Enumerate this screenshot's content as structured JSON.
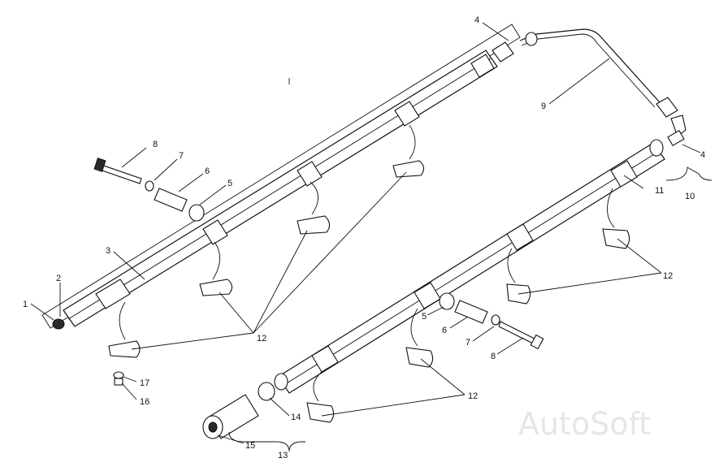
{
  "diagram": {
    "labels": [
      {
        "id": "1",
        "text": "1"
      },
      {
        "id": "2",
        "text": "2"
      },
      {
        "id": "3",
        "text": "3"
      },
      {
        "id": "4a",
        "text": "4"
      },
      {
        "id": "4b",
        "text": "4"
      },
      {
        "id": "5a",
        "text": "5"
      },
      {
        "id": "5b",
        "text": "5"
      },
      {
        "id": "6a",
        "text": "6"
      },
      {
        "id": "6b",
        "text": "6"
      },
      {
        "id": "7a",
        "text": "7"
      },
      {
        "id": "7b",
        "text": "7"
      },
      {
        "id": "8a",
        "text": "8"
      },
      {
        "id": "8b",
        "text": "8"
      },
      {
        "id": "9",
        "text": "9"
      },
      {
        "id": "10",
        "text": "10"
      },
      {
        "id": "11",
        "text": "11"
      },
      {
        "id": "12a",
        "text": "12"
      },
      {
        "id": "12b",
        "text": "12"
      },
      {
        "id": "12c",
        "text": "12"
      },
      {
        "id": "13",
        "text": "13"
      },
      {
        "id": "14",
        "text": "14"
      },
      {
        "id": "15",
        "text": "15"
      },
      {
        "id": "16",
        "text": "16"
      },
      {
        "id": "17",
        "text": "17"
      }
    ],
    "watermark": "AutoSoft"
  }
}
